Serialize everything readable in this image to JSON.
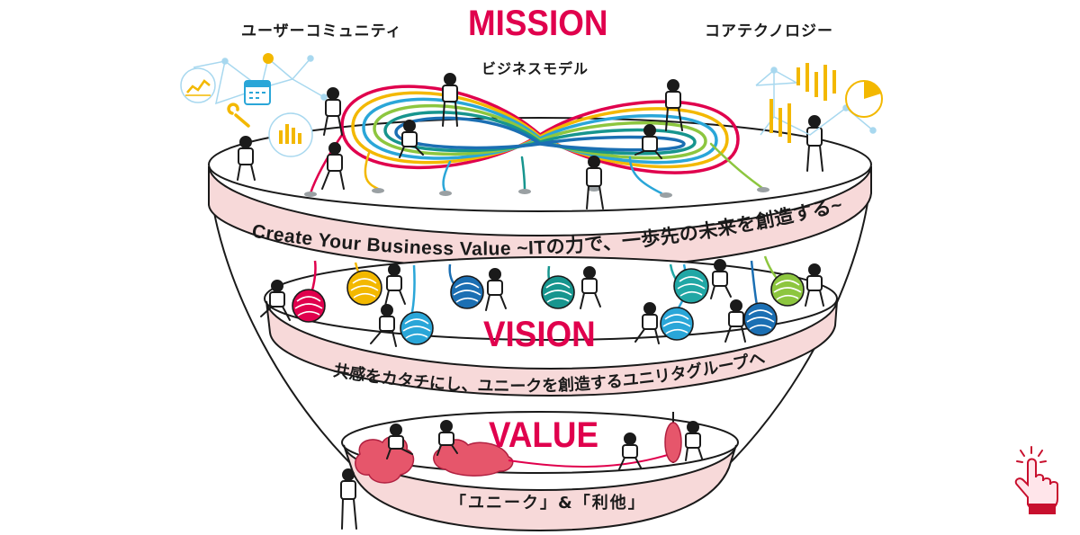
{
  "top_labels": {
    "user_community": "ユーザーコミュニティ",
    "business_model": "ビジネスモデル",
    "core_technology": "コアテクノロジー"
  },
  "mission": {
    "heading": "MISSION",
    "text": "Create Your Business Value ~ITの力で、一歩先の未来を創造する~"
  },
  "vision": {
    "heading": "VISION",
    "text": "共感をカタチにし、ユニークを創造するユニリタグループへ"
  },
  "value": {
    "heading": "VALUE",
    "text": "「ユニーク」&「利他」"
  },
  "colors": {
    "accent": "#e0004d",
    "band": "#f7d9d9",
    "ink": "#1a1a1a",
    "yarn": [
      "#e0004d",
      "#f3b800",
      "#2aa6d8",
      "#1b6fb3",
      "#17958e",
      "#21a7a5",
      "#8dc63f"
    ]
  },
  "icons": [
    "line-chart-icon",
    "calendar-icon",
    "wrench-icon",
    "bar-chart-icon",
    "pie-chart-icon",
    "network-icon",
    "infinity-loop-icon",
    "yarn-ball-icon",
    "hand-pointer-icon"
  ]
}
